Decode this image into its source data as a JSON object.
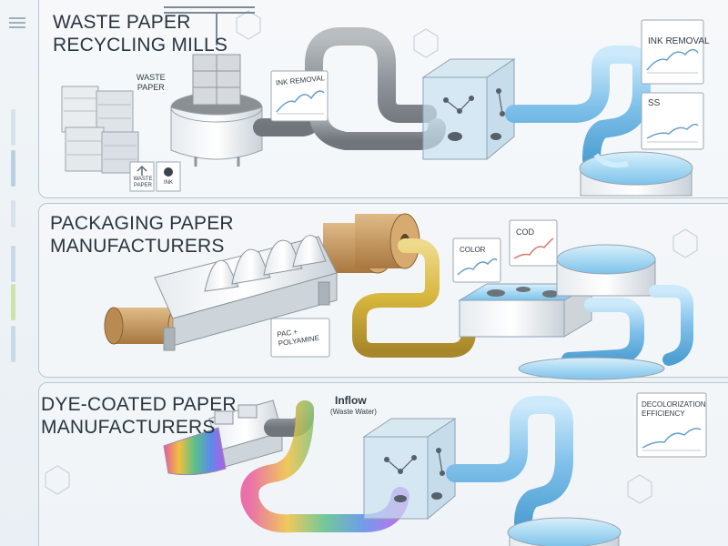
{
  "sections": [
    {
      "title_line1": "WASTE PAPER",
      "title_line2": "RECYCLING MILLS"
    },
    {
      "title_line1": "PACKAGING PAPER",
      "title_line2": "MANUFACTURERS"
    },
    {
      "title_line1": "DYE-COATED PAPER",
      "title_line2": "MANUFACTURERS"
    }
  ],
  "labels": {
    "waste_paper_line1": "WASTE",
    "waste_paper_line2": "PAPER",
    "waste_paper_icon_line1": "WASTE",
    "waste_paper_icon_line2": "PAPER",
    "ink_icon": "INK",
    "ink_removal_1": "INK REMOVAL",
    "ink_removal_2": "INK REMOVAL",
    "ss": "SS",
    "color": "COLOR",
    "cod": "COD",
    "pac_line1": "PAC +",
    "pac_line2": "POLYAMINE",
    "inflow": "Inflow",
    "inflow_sub": "(Waste Water)",
    "decolor_line1": "DECOLORIZATION",
    "decolor_line2": "EFFICIENCY"
  },
  "colors": {
    "pipe_grey": "#8e9499",
    "pipe_blue": "#7fc0ea",
    "pipe_yellow": "#d6b63c",
    "water": "#a8d8f3",
    "kraft": "#c79a62",
    "panel_border": "#b9c6d1"
  },
  "icons": [
    "menu-icon",
    "recycle-icon",
    "ink-icon",
    "molecule-icon",
    "chart-icon"
  ]
}
